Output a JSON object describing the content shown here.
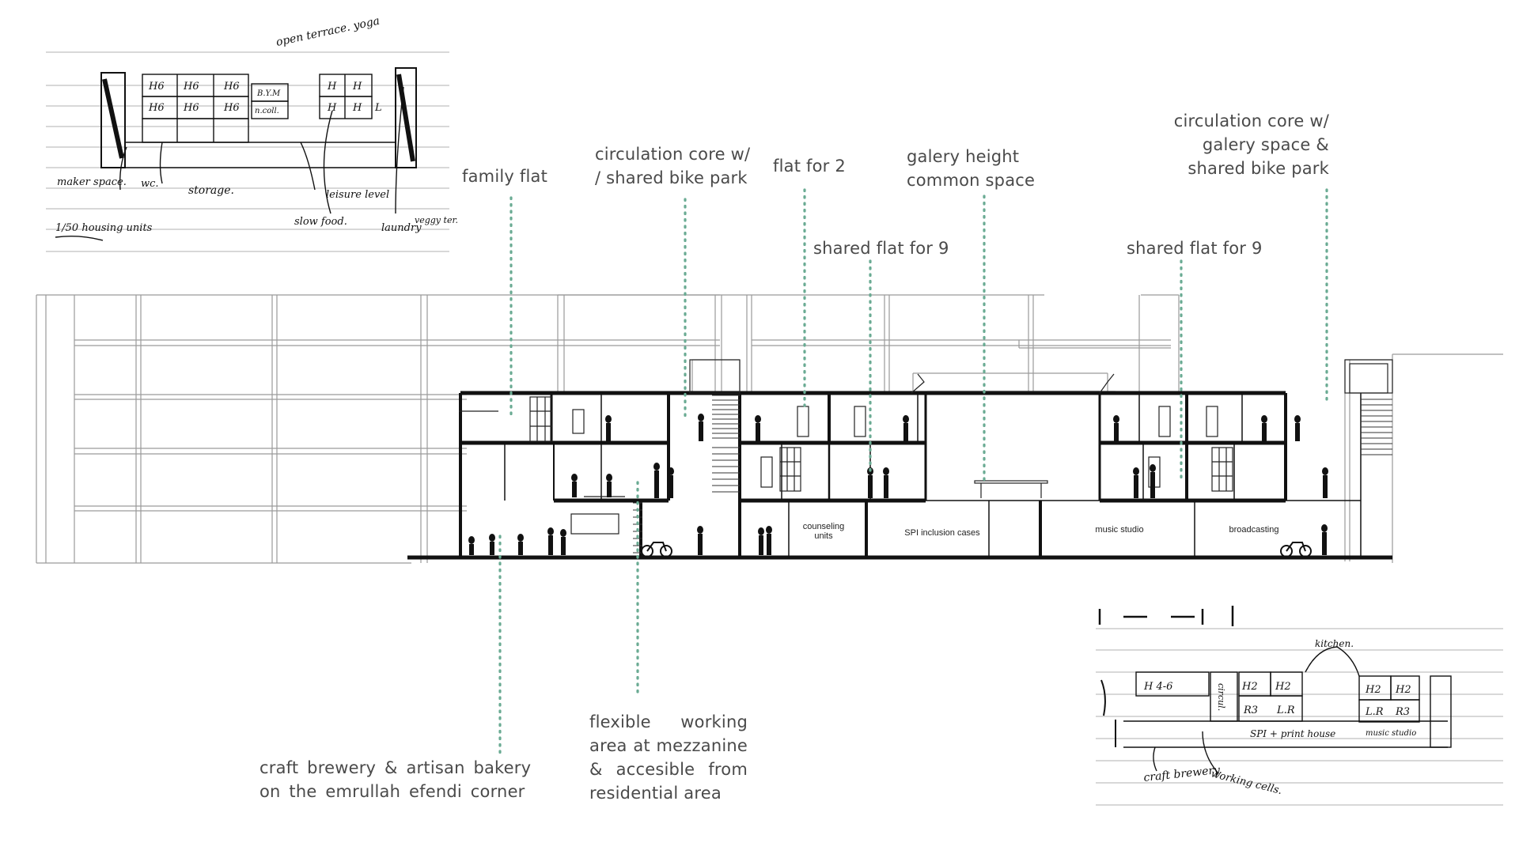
{
  "annotations": {
    "family_flat": "family flat",
    "circulation_core_1_l1": "circulation core w/",
    "circulation_core_1_l2": "/ shared bike park",
    "flat_for_2": "flat for 2",
    "galery_height_l1": "galery height",
    "galery_height_l2": "common space",
    "shared_flat_9_a": "shared flat for 9",
    "shared_flat_9_b": "shared flat for 9",
    "circulation_core_2_l1": "circulation core w/",
    "circulation_core_2_l2": "galery space &",
    "circulation_core_2_l3": "shared bike park",
    "craft_brewery_l1": "craft brewery & artisan bakery",
    "craft_brewery_l2": "on the emrullah efendi corner",
    "flexible_working_l1": "flexible working",
    "flexible_working_l2": "area at mezzanine",
    "flexible_working_l3": "& accesible from",
    "flexible_working_l4": "residential area"
  },
  "rooms": {
    "counseling": "counseling units",
    "spi": "SPI inclusion cases",
    "music": "music studio",
    "broadcasting": "broadcasting"
  },
  "sketch_top": {
    "open_terrace": "open terrace. yoga",
    "h6": "H6",
    "h": "H",
    "bym": "B.Y.M",
    "ncoll": "n.coll.",
    "l": "L",
    "maker_space": "maker space.",
    "wc": "wc.",
    "storage": "storage.",
    "leisure_level": "leisure level",
    "slow_food": "slow food.",
    "laundry": "laundry",
    "veggy_ter": "veggy ter.",
    "housing_units": "1/50 housing units"
  },
  "sketch_bottom": {
    "kitchen": "kitchen.",
    "h46": "H 4-6",
    "h2": "H2",
    "r3": "R3",
    "lr": "L.R",
    "circul": "circul.",
    "spi_print": "SPI + print house",
    "music_studio": "music studio",
    "craft_brewery": "craft brewery.",
    "working_cells": "working cells."
  },
  "colors": {
    "leader": "#6aab93",
    "ink": "#111111",
    "text": "#4a4a4a"
  }
}
